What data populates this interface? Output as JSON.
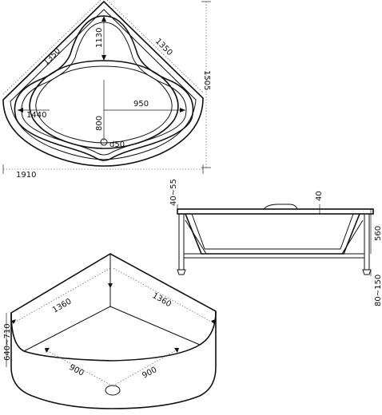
{
  "top_view": {
    "dims": {
      "side_left": "1350",
      "side_right": "1350",
      "depth_to_bowl": "1130",
      "overall_depth": "1505",
      "inner_width": "950",
      "inner_length": "800",
      "diagonal": "1440",
      "drain": "d50",
      "overall_width": "1910"
    }
  },
  "side_view": {
    "dims": {
      "rim_height": "40~55",
      "rim_thickness": "40",
      "height": "560",
      "leg_adjust": "80~150"
    }
  },
  "iso_view": {
    "dims": {
      "top_left_side": "1360",
      "top_right_side": "1360",
      "apron_height": "640~710",
      "bottom_left": "900",
      "bottom_right": "900"
    }
  }
}
